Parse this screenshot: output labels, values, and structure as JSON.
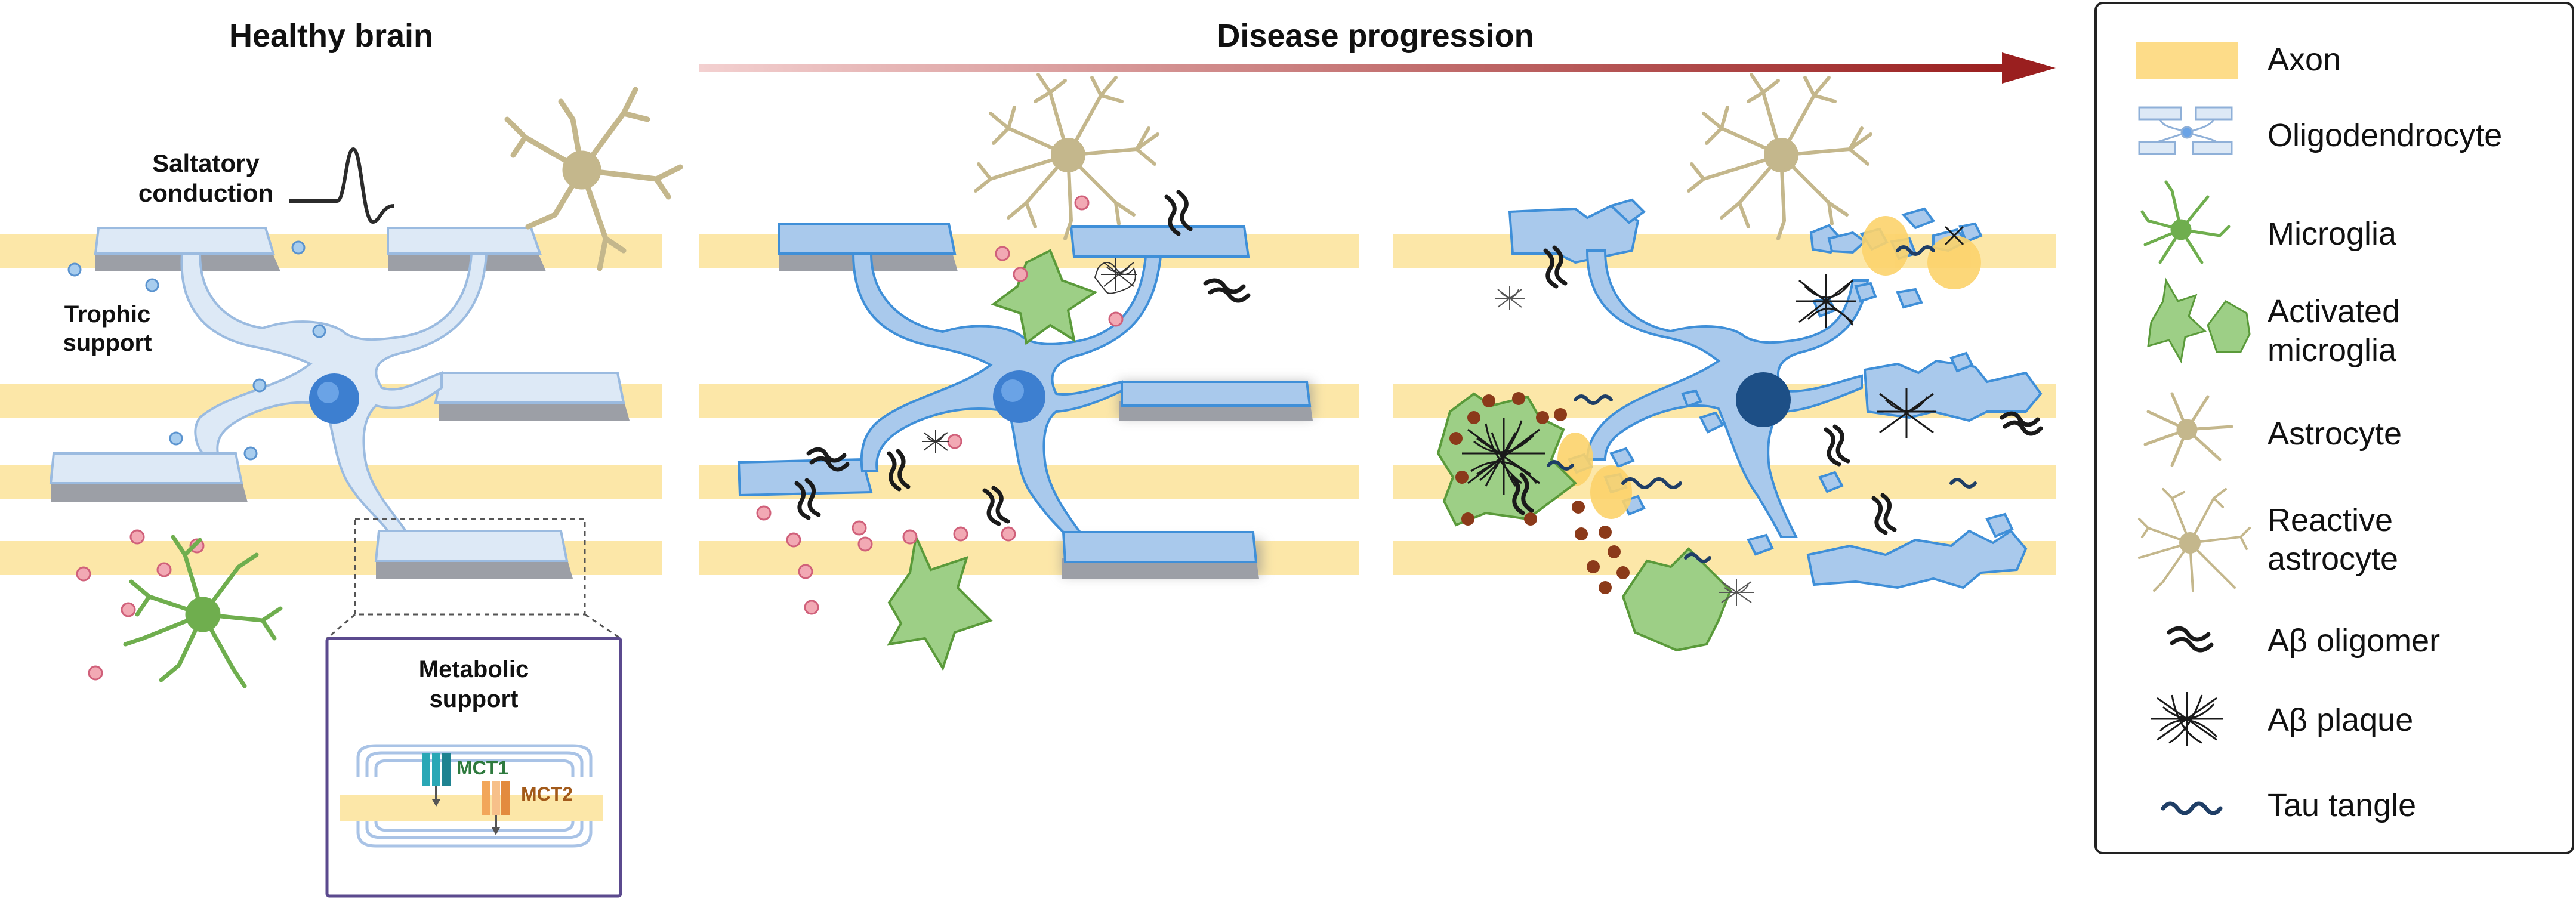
{
  "panels": {
    "healthy_title": "Healthy brain",
    "disease_title": "Disease progression"
  },
  "annotations": {
    "saltatory_1": "Saltatory",
    "saltatory_2": "conduction",
    "trophic_1": "Trophic",
    "trophic_2": "support"
  },
  "inset": {
    "title_1": "Metabolic",
    "title_2": "support",
    "mct1": "MCT1",
    "mct2": "MCT2"
  },
  "legend": {
    "items": [
      {
        "label_1": "Axon",
        "label_2": "",
        "icon": "axon-icon"
      },
      {
        "label_1": "Oligodendrocyte",
        "label_2": "",
        "icon": "oligodendrocyte-icon"
      },
      {
        "label_1": "Microglia",
        "label_2": "",
        "icon": "microglia-icon"
      },
      {
        "label_1": "Activated",
        "label_2": "microglia",
        "icon": "activated-microglia-icon"
      },
      {
        "label_1": "Astrocyte",
        "label_2": "",
        "icon": "astrocyte-icon"
      },
      {
        "label_1": "Reactive",
        "label_2": "astrocyte",
        "icon": "reactive-astrocyte-icon"
      },
      {
        "label_1": "Aβ oligomer",
        "label_2": "",
        "icon": "abeta-oligomer-icon"
      },
      {
        "label_1": "Aβ plaque",
        "label_2": "",
        "icon": "abeta-plaque-icon"
      },
      {
        "label_1": "Tau tangle",
        "label_2": "",
        "icon": "tau-tangle-icon"
      }
    ]
  },
  "colors": {
    "axon": "#fce7a8",
    "myelin_healthy": "#dde9f6",
    "myelin_disease": "#a9c9ec",
    "myelin_stroke": "#3f8fd8",
    "nucleus": "#3d7fd0",
    "nucleus_late": "#1d4f86",
    "microglia": "#6fae4e",
    "activated_microglia": "#9dcf86",
    "astrocyte": "#c4b78c",
    "amyloid": "#1a1a1a",
    "tau": "#1f3e66",
    "progression_arrow": "#9a1f1f",
    "mct1": "#2aa7b5",
    "mct2": "#f2a65a",
    "inset_border": "#5b4a8e"
  }
}
